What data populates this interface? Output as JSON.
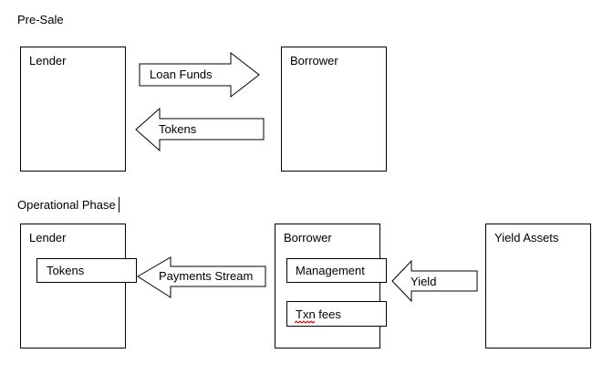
{
  "sections": {
    "pre_sale": {
      "title": "Pre-Sale",
      "lender": "Lender",
      "borrower": "Borrower",
      "arrow_right": "Loan Funds",
      "arrow_left": "Tokens"
    },
    "operational": {
      "title": "Operational Phase",
      "lender": "Lender",
      "lender_inner": "Tokens",
      "borrower": "Borrower",
      "management": "Management",
      "txn_fees": "Txn fees",
      "yield_assets": "Yield Assets",
      "payments_arrow": "Payments Stream",
      "yield_arrow": "Yield"
    }
  },
  "colors": {
    "stroke": "#000000",
    "fill": "#ffffff",
    "spellcheck": "#d00000"
  }
}
